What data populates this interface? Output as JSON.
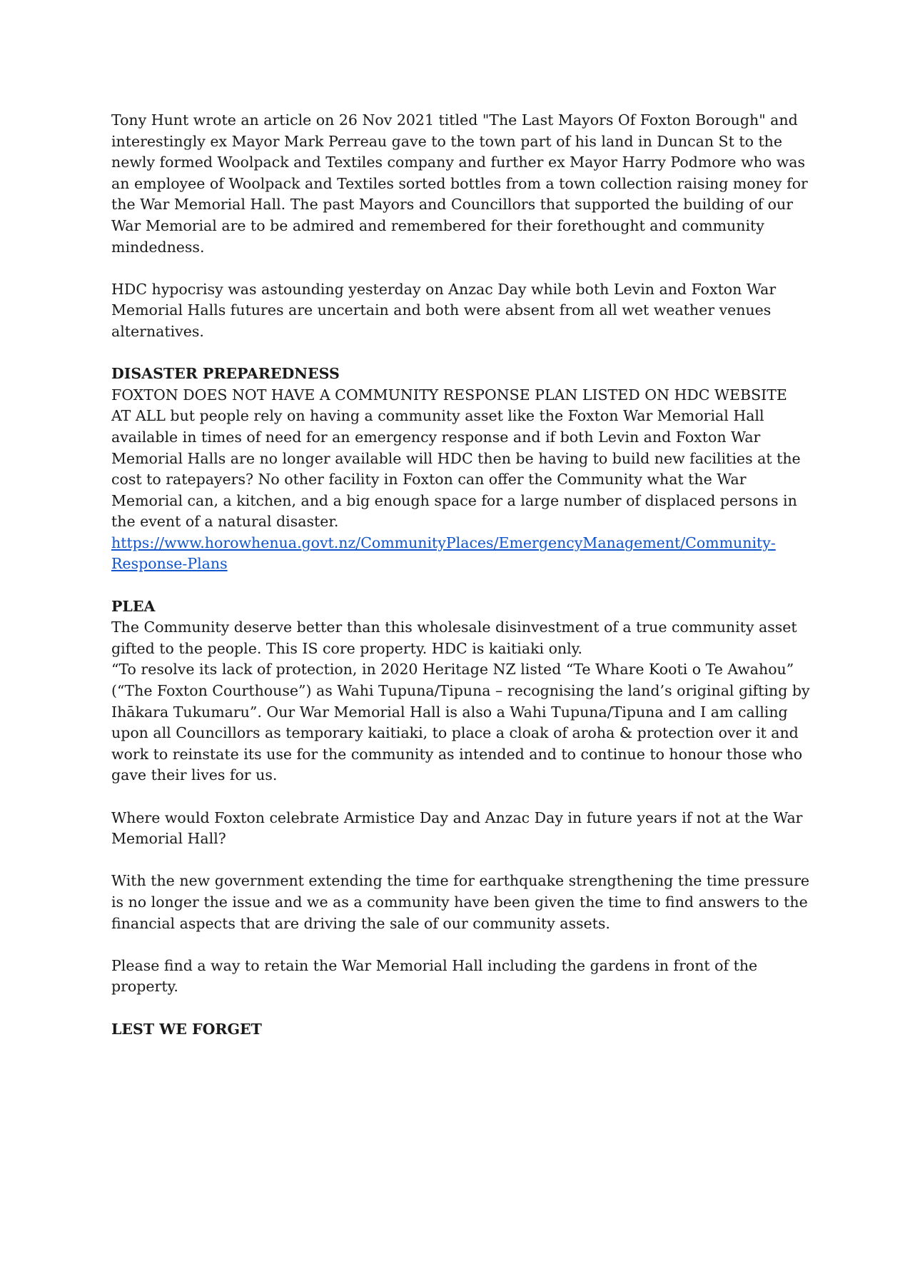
{
  "paragraphs": {
    "p1": "Tony Hunt wrote an article on 26 Nov 2021 titled \"The Last Mayors Of Foxton Borough\" and interestingly ex Mayor Mark Perreau gave to the town part of his land in Duncan St to the newly formed Woolpack and Textiles company and further ex Mayor Harry Podmore who was an employee of Woolpack and Textiles sorted bottles from a town collection raising money for the War Memorial Hall. The past Mayors and Councillors that supported the building of our War Memorial are to be admired and remembered for their forethought and community mindedness.",
    "p2": "HDC hypocrisy was astounding yesterday on Anzac Day while both Levin and Foxton War Memorial Halls futures are uncertain and both were absent from all wet weather venues alternatives."
  },
  "disaster": {
    "heading": "DISASTER PREPAREDNESS",
    "body": "FOXTON DOES NOT HAVE A COMMUNITY RESPONSE PLAN LISTED ON HDC WEBSITE AT ALL but people rely on having a community asset like the Foxton War Memorial Hall available in times of need for an emergency response and if both Levin and Foxton War Memorial Halls are no longer available will HDC then be having to build new facilities at the cost to ratepayers? No other facility in Foxton can offer the Community what the War Memorial can, a kitchen, and a big enough space for a large number of displaced persons in the event of a natural disaster.",
    "link": "https://www.horowhenua.govt.nz/CommunityPlaces/EmergencyManagement/Community-Response-Plans"
  },
  "plea": {
    "heading": "PLEA",
    "body1": "The Community deserve better than this wholesale disinvestment of a true community asset gifted to the people. This IS core property. HDC is kaitiaki only.",
    "body2": "“To resolve its lack of protection, in 2020 Heritage NZ listed “Te Whare Kooti o Te Awahou” (“The Foxton Courthouse”) as Wahi Tupuna/Tipuna – recognising the land’s original gifting by Ihākara Tukumaru”. Our War Memorial Hall is also a Wahi Tupuna/Tipuna and I am calling upon all Councillors as temporary kaitiaki, to place a cloak of aroha & protection over it and work to reinstate its use for the community as intended and to continue to honour those who gave their lives for us."
  },
  "closing": {
    "p1": "Where would Foxton celebrate Armistice Day and Anzac Day in future years if not at the War Memorial Hall?",
    "p2": "With the new government extending the time for earthquake strengthening the time pressure is no longer the issue and we as a community have been given the time to find answers to the financial aspects that are driving the sale of our community assets.",
    "p3": "Please find a way to retain the War Memorial Hall including the gardens in front of the property.",
    "signoff": "LEST WE FORGET"
  }
}
